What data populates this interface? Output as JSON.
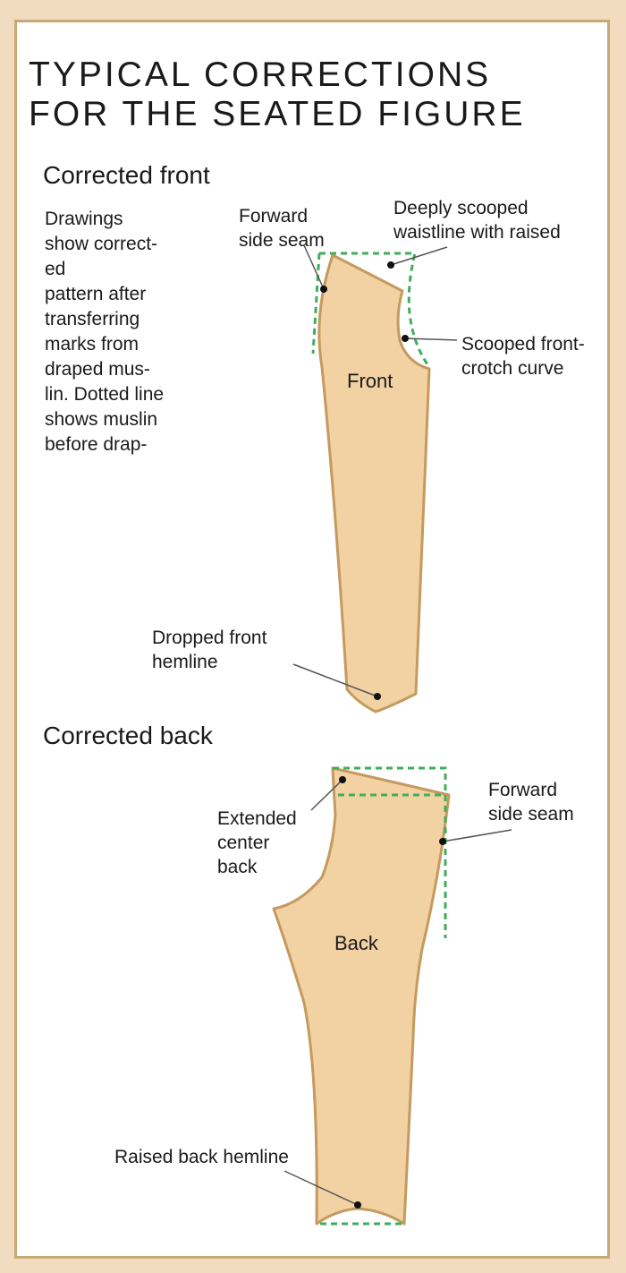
{
  "title": {
    "line1": "TYPICAL CORRECTIONS",
    "line2": "FOR THE SEATED FIGURE"
  },
  "front_section": {
    "heading": "Corrected front",
    "note": "Drawings\nshow correct-\ned\npattern after\ntransferring\nmarks from\ndraped mus-\nlin. Dotted line\nshows muslin\nbefore drap-",
    "piece_label": "Front",
    "callouts": {
      "side_seam": "Forward\nside seam",
      "waistline": "Deeply scooped\nwaistline with raised",
      "crotch": "Scooped front-\ncrotch curve",
      "hemline": "Dropped front\nhemline"
    }
  },
  "back_section": {
    "heading": "Corrected back",
    "piece_label": "Back",
    "callouts": {
      "center_back": "Extended\ncenter\nback",
      "side_seam": "Forward\nside seam",
      "hemline": "Raised back hemline"
    }
  },
  "colors": {
    "page_background": "#f1dcc0",
    "border": "#c9a878",
    "pattern_fill": "#f2d1a3",
    "pattern_outline": "#c49a5e",
    "muslin_dotted_line": "#3fae5a"
  }
}
